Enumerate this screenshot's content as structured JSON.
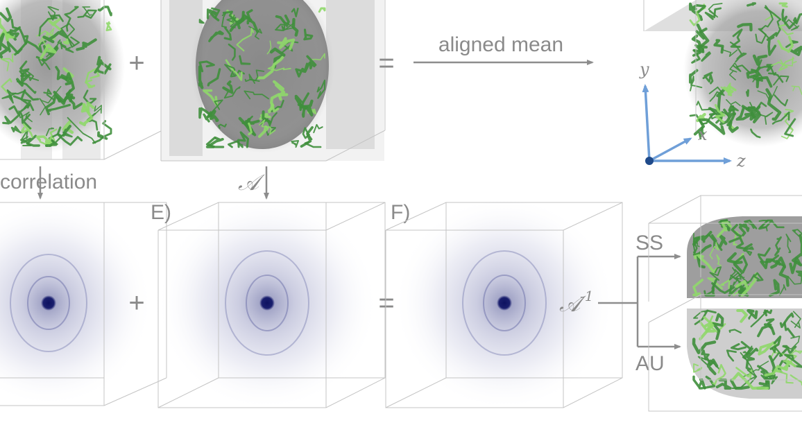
{
  "top_row": {
    "plus": "+",
    "equals": "=",
    "arrow_label": "aligned mean"
  },
  "middle": {
    "correlation_label": "correlation",
    "transform_symbol": "𝒜"
  },
  "bottom_row": {
    "panel_e": "E)",
    "panel_f": "F)",
    "plus": "+",
    "equals": "=",
    "inverse_symbol": "𝒜",
    "inverse_exponent": "-1",
    "branch_top": "SS",
    "branch_bottom": "AU"
  },
  "axes": {
    "y": "y",
    "x": "x",
    "z": "z"
  },
  "colors": {
    "vessel_green": "#3f8f3c",
    "vessel_highlight": "#8fd86a",
    "correlation_blue": "#1a1f6e",
    "axis_blue": "#6f9fd8",
    "text_gray": "#8a8a8a"
  }
}
